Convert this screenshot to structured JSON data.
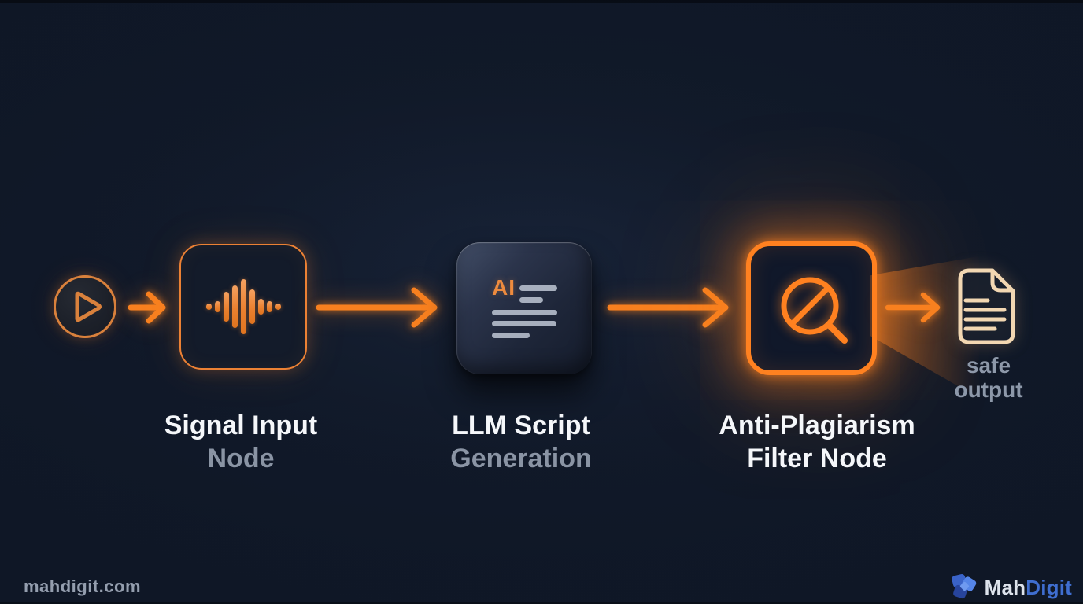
{
  "colors": {
    "background": "#111a29",
    "accent_orange": "#f8801f",
    "document_cream": "#f2d7b2",
    "label_white": "#f5f7fa",
    "label_muted": "#8a94a4",
    "brand_blue": "#3f6ed0"
  },
  "pipeline": {
    "nodes": [
      {
        "id": "play-trigger",
        "icon": "play-icon"
      },
      {
        "id": "signal-input-node",
        "icon": "audio-waveform-icon",
        "title": "Signal Input",
        "subtitle": "Node"
      },
      {
        "id": "llm-script-generation",
        "icon": "ai-text-lines-icon",
        "badge": "AI",
        "title": "LLM Script",
        "subtitle": "Generation"
      },
      {
        "id": "anti-plagiarism-filter-node",
        "icon": "magnifier-block-icon",
        "title": "Anti-Plagiarism",
        "subtitle": "Filter Node"
      },
      {
        "id": "safe-output",
        "icon": "document-icon",
        "caption": [
          "safe",
          "output"
        ]
      }
    ],
    "connector_icon": "arrow-right-icon"
  },
  "footer": {
    "site": "mahdigit.com",
    "brand": {
      "first": "Mah",
      "second": "Digit"
    }
  }
}
